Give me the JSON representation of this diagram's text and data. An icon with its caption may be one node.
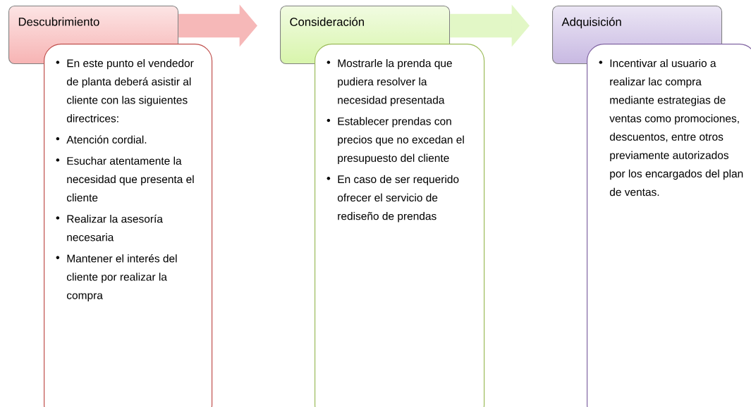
{
  "diagram": {
    "nodes": [
      {
        "text": [
          "Descubrimiento"
        ]
      },
      {
        "text": [
          "En este punto el vendedor de planta deberá asistir al cliente con las siguientes directrices:",
          "Atención cordial.",
          "Esuchar atentamente la necesidad que presenta el cliente",
          "Realizar la asesoría necesaria",
          "Mantener el interés del cliente por realizar la compra"
        ]
      },
      {
        "text": [
          "Consideración"
        ]
      },
      {
        "text": [
          "Mostrarle la prenda que pudiera resolver la necesidad presentada",
          "Establecer prendas con precios que no excedan el presupuesto del cliente",
          "En caso de ser requerido ofrecer el servicio de rediseño de prendas"
        ]
      },
      {
        "text": [
          "Adquisición"
        ]
      },
      {
        "text": [
          "Incentivar al usuario a realizar lac compra mediante estrategias de ventas como promociones, descuentos, entre otros previamente autorizados por los encargados del plan de ventas."
        ]
      }
    ],
    "edges": [
      {
        "from": 0,
        "to": 2,
        "arrow": "to",
        "color": "#f6b8b8"
      },
      {
        "from": 2,
        "to": 4,
        "arrow": "to",
        "color": "#e2f7c6"
      }
    ]
  }
}
